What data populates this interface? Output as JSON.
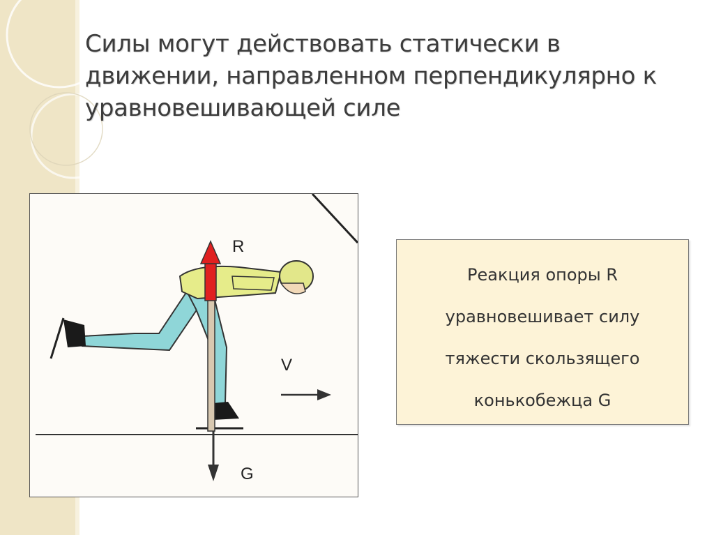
{
  "slide": {
    "title": "Силы могут действовать статически в движении, направленном перпендикулярно к уравновешивающей силе"
  },
  "figure": {
    "label_r": "R",
    "label_v": "V",
    "label_g": "G",
    "colors": {
      "reaction_arrow": "#e02020",
      "legs": "#8fd6d8",
      "torso": "#e6ec8a",
      "helmet": "#e2e78a"
    }
  },
  "callout": {
    "lines": [
      "Реакция опоры R",
      "уравновешивает силу",
      "тяжести скользящего",
      "конькобежца G"
    ]
  }
}
